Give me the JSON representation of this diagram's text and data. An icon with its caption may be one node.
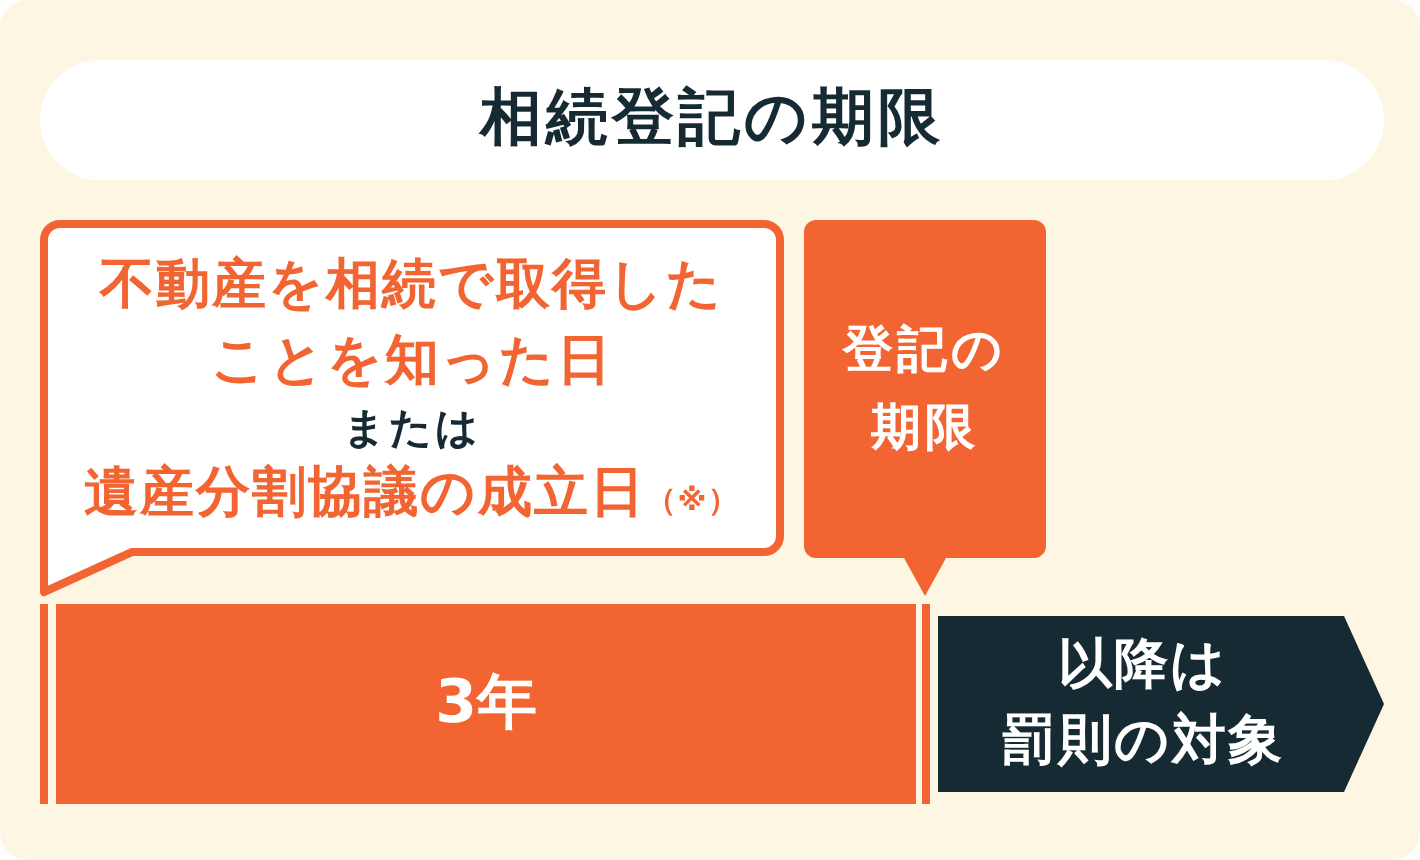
{
  "diagram": {
    "title": "相続登記の期限",
    "nodes": [
      {
        "text": [
          "不動産を相続で取得したことを知った日",
          "または",
          "遺産分割協議の成立日$_{（※）}$"
        ]
      },
      {
        "text": [
          "登記の期限"
        ]
      },
      {
        "text": [
          "3年"
        ]
      },
      {
        "text": [
          "以降は罰則の対象"
        ]
      }
    ]
  }
}
